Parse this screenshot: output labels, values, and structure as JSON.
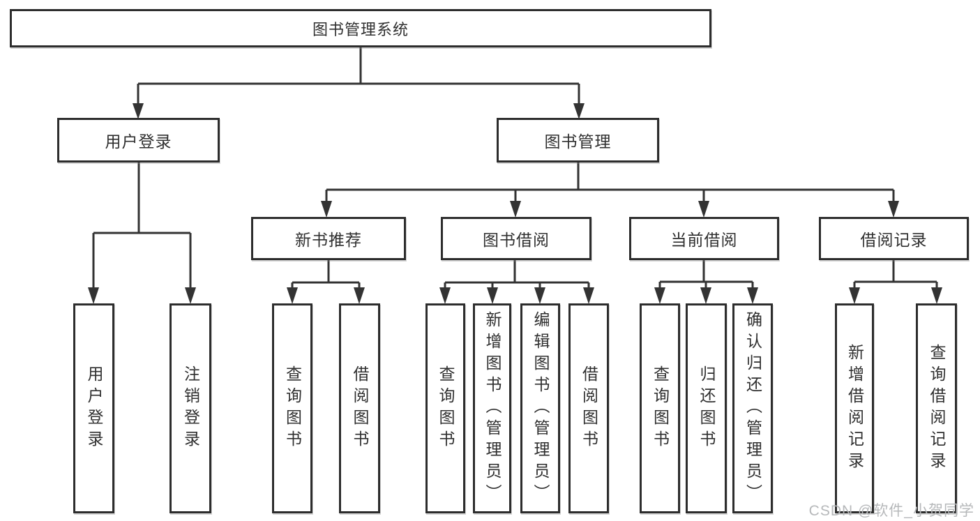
{
  "tree": {
    "root": "图书管理系统",
    "level2": [
      "用户登录",
      "图书管理"
    ],
    "level3": [
      "新书推荐",
      "图书借阅",
      "当前借阅",
      "借阅记录"
    ],
    "leaves": {
      "login": [
        "用户登录",
        "注销登录"
      ],
      "new_book": [
        "查询图书",
        "借阅图书"
      ],
      "borrow": [
        "查询图书",
        "新增图书（管理员）",
        "编辑图书（管理员）",
        "借阅图书"
      ],
      "current": [
        "查询图书",
        "归还图书",
        "确认归还（管理员）"
      ],
      "records": [
        "新增借阅记录",
        "查询借阅记录"
      ]
    }
  },
  "watermark": "CSDN @软件_小贺同学",
  "colors": {
    "line": "#333333",
    "border": "#2d2d2d",
    "text": "#2f2f2f",
    "background": "#ffffff",
    "watermark": "#b6b8ba"
  }
}
